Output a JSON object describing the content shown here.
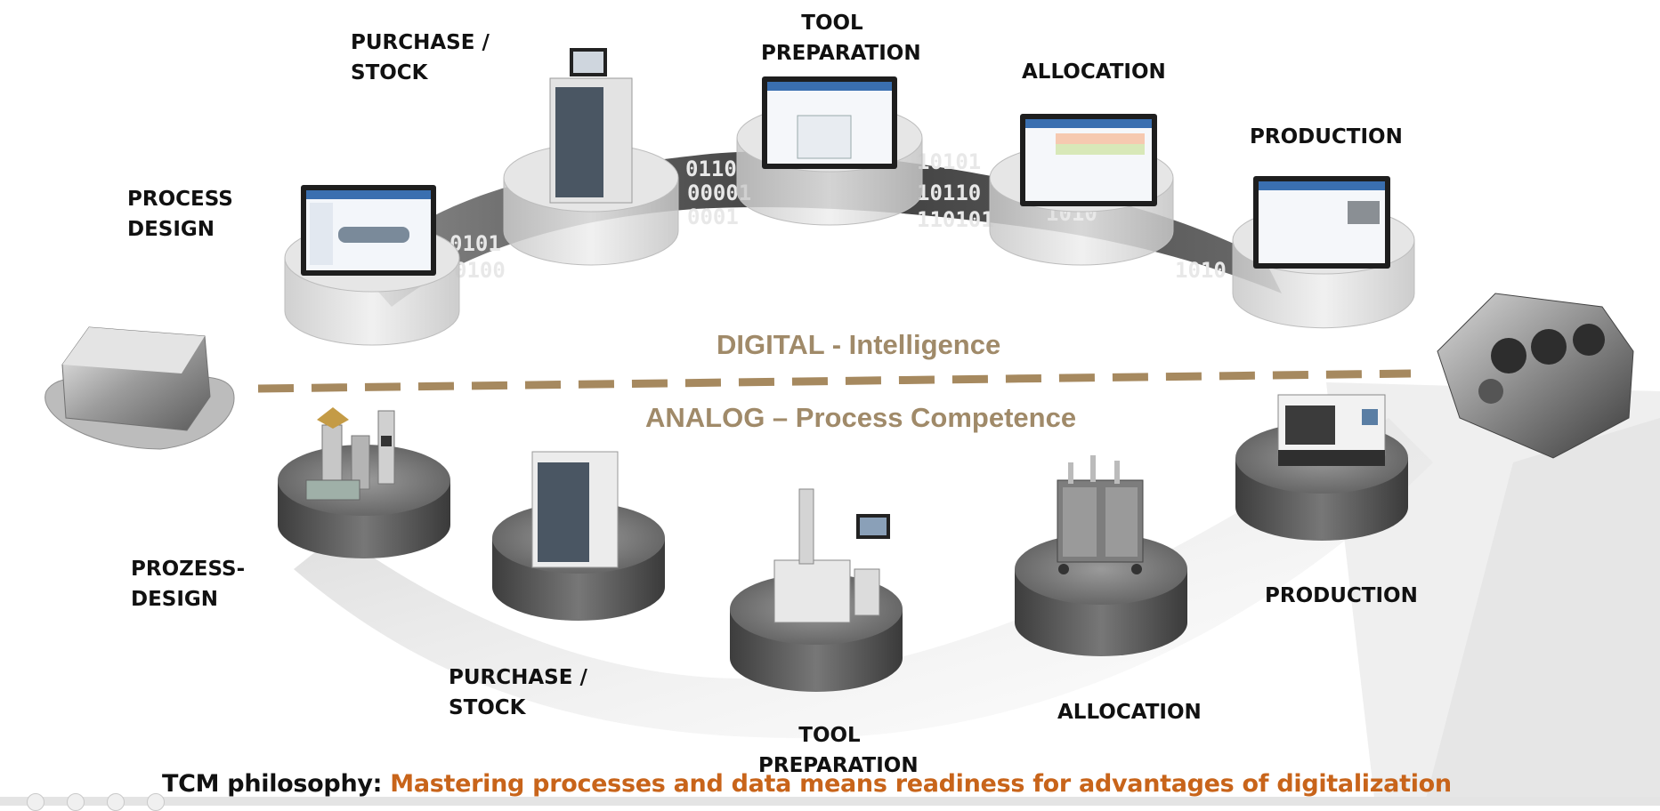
{
  "labels": {
    "digital": {
      "process_design": [
        "PROCESS",
        "DESIGN"
      ],
      "purchase_stock": [
        "PURCHASE /",
        "STOCK"
      ],
      "tool_preparation": [
        "TOOL",
        "PREPARATION"
      ],
      "allocation": "ALLOCATION",
      "production": "PRODUCTION"
    },
    "analog": {
      "process_design": [
        "PROZESS-",
        "DESIGN"
      ],
      "purchase_stock": [
        "PURCHASE /",
        "STOCK"
      ],
      "tool_preparation": [
        "TOOL",
        "PREPARATION"
      ],
      "allocation": "ALLOCATION",
      "production": "PRODUCTION"
    }
  },
  "divider": {
    "digital": "DIGITAL -  Intelligence",
    "analog": "ANALOG – Process Competence"
  },
  "binary_band": [
    "0110",
    "10101",
    "00001",
    "0101",
    "1010",
    "10110",
    "0100",
    "110101",
    "0001",
    "1010"
  ],
  "footer": {
    "prefix": "TCM philosophy: ",
    "message": "Mastering processes and data means readiness for advantages of digitalization"
  },
  "colors": {
    "accent_gold": "#a08a69",
    "dash_line": "#a6895f",
    "footer_orange": "#c8641a",
    "platform_dark": "#5a5a5a",
    "platform_glass": "#d8d8d8"
  },
  "icons": [
    "raw-block-icon",
    "engine-block-icon",
    "monitor-icon",
    "storage-cabinet-icon",
    "tool-holders-icon",
    "presetter-machine-icon",
    "tool-trolley-icon",
    "cnc-machine-icon"
  ]
}
